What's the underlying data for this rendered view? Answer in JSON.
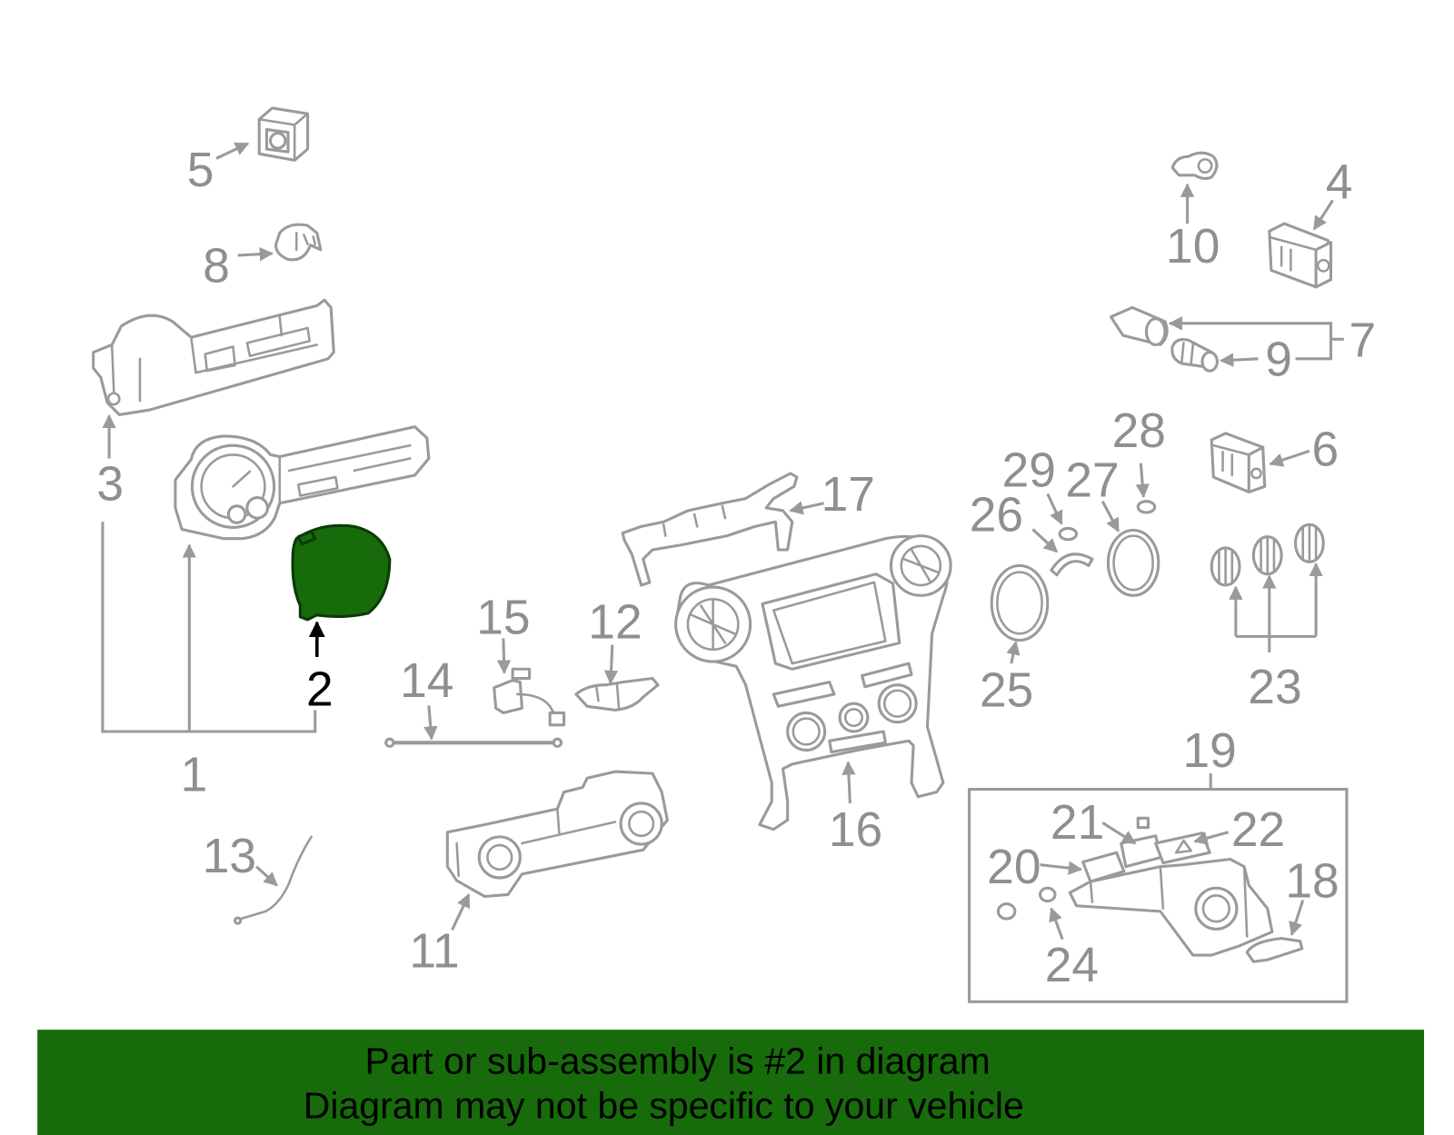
{
  "callouts": {
    "c1": "1",
    "c2": "2",
    "c3": "3",
    "c4": "4",
    "c5": "5",
    "c6": "6",
    "c7": "7",
    "c8": "8",
    "c9": "9",
    "c10": "10",
    "c11": "11",
    "c12": "12",
    "c13": "13",
    "c14": "14",
    "c15": "15",
    "c16": "16",
    "c17": "17",
    "c18": "18",
    "c19": "19",
    "c20": "20",
    "c21": "21",
    "c22": "22",
    "c23": "23",
    "c24": "24",
    "c25": "25",
    "c26": "26",
    "c27": "27",
    "c28": "28",
    "c29": "29"
  },
  "banner": {
    "line1": "Part or sub-assembly is #2 in diagram",
    "line2": "Diagram may not be specific to your vehicle"
  },
  "colors": {
    "highlight": "#176b0b",
    "highlight_stroke": "#0b3b06",
    "banner_bg": "#176b0b",
    "line_gray": "#9a9a9a",
    "label_gray": "#8f8f8f",
    "active_label": "#000000"
  }
}
